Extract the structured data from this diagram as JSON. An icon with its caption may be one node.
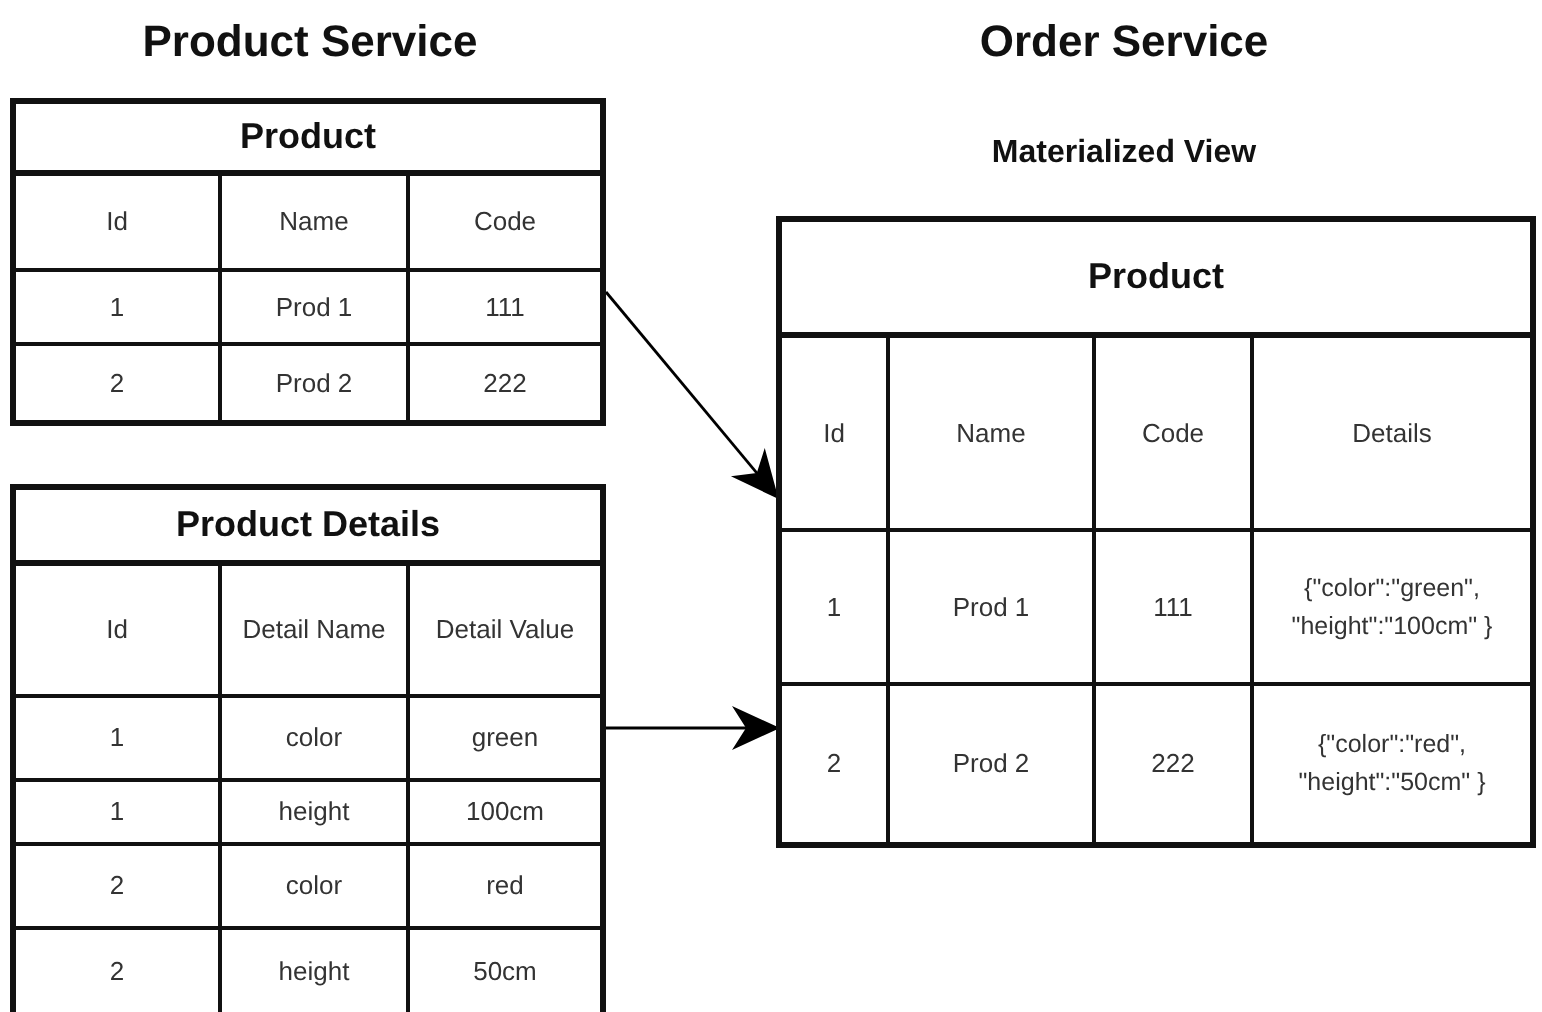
{
  "diagram": {
    "nodes": [
      {
        "text": [
          "Product"
        ]
      },
      {
        "text": [
          "Product Details"
        ]
      },
      {
        "text": [
          "Product"
        ]
      }
    ],
    "edges": [
      {
        "from": 0,
        "to": 2,
        "arrow": "to"
      },
      {
        "from": 1,
        "to": 2,
        "arrow": "to"
      }
    ],
    "labels": [
      "Product Service",
      "Order Service",
      "Materialized View",
      "Id",
      "Name",
      "Code",
      "1",
      "Prod 1",
      "111",
      "2",
      "Prod 2",
      "222",
      "Id",
      "Detail Name",
      "Detail Value",
      "1",
      "color",
      "green",
      "1",
      "height",
      "100cm",
      "2",
      "color",
      "red",
      "2",
      "height",
      "50cm",
      "Id",
      "Name",
      "Code",
      "Details",
      "1",
      "Prod 1",
      "111",
      "{\"color\":\"green\", \"height\":\"100cm\" }",
      "2",
      "Prod 2",
      "222",
      "{\"color\":\"red\", \"height\":\"50cm\" }"
    ]
  }
}
